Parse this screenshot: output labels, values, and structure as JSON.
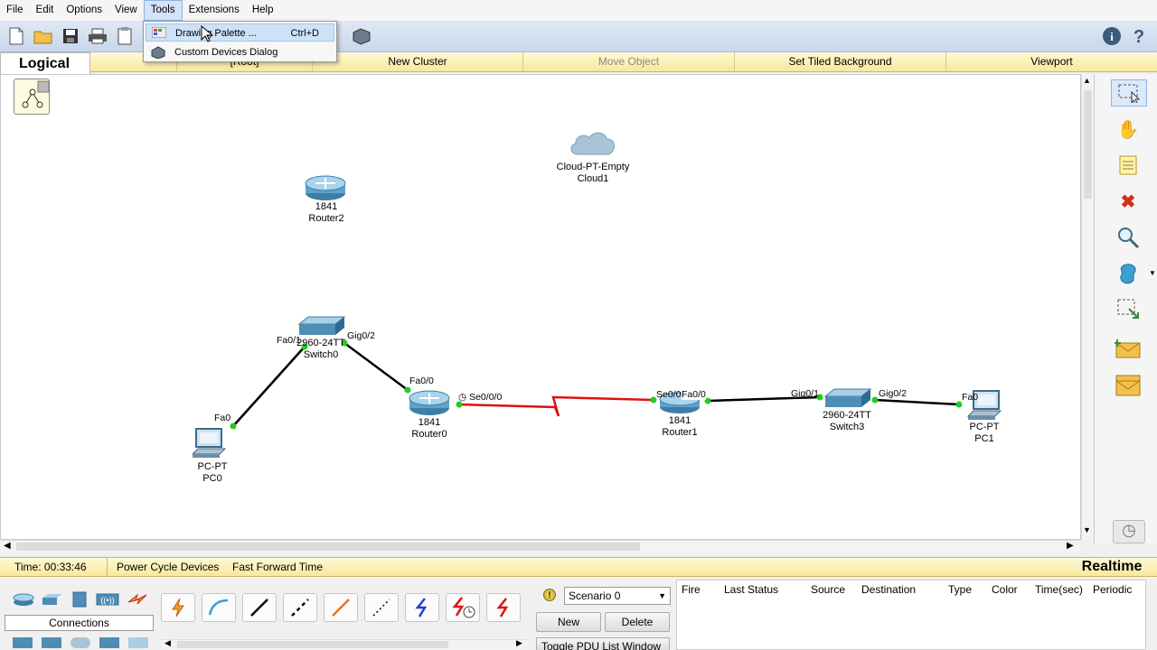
{
  "menubar": {
    "items": [
      "File",
      "Edit",
      "Options",
      "View",
      "Tools",
      "Extensions",
      "Help"
    ]
  },
  "tools_menu": {
    "items": [
      {
        "label": "Drawing Palette ...",
        "shortcut": "Ctrl+D"
      },
      {
        "label": "Custom Devices Dialog",
        "shortcut": ""
      }
    ]
  },
  "workspace_bar": {
    "logical_label": "Logical",
    "root_label": "[Root]",
    "items": [
      "New Cluster",
      "Move Object",
      "Set Tiled Background",
      "Viewport"
    ]
  },
  "devices": [
    {
      "model": "1841",
      "name": "Router2"
    },
    {
      "model": "Cloud-PT-Empty",
      "name": "Cloud1"
    },
    {
      "model": "2960-24TT",
      "name": "Switch0"
    },
    {
      "model": "1841",
      "name": "Router0"
    },
    {
      "model": "1841",
      "name": "Router1"
    },
    {
      "model": "2960-24TT",
      "name": "Switch3"
    },
    {
      "model": "PC-PT",
      "name": "PC0"
    },
    {
      "model": "PC-PT",
      "name": "PC1"
    }
  ],
  "ports": {
    "pc0_fa0": "Fa0",
    "sw0_fa01": "Fa0/1",
    "sw0_gig02": "Gig0/2",
    "r0_fa00": "Fa0/0",
    "r0_se000": "Se0/0/0",
    "r1_se00": "Se0/0",
    "r1_fa00": "Fa0/0",
    "sw3_gig01": "Gig0/1",
    "sw3_gig02": "Gig0/2",
    "pc1_fa0": "Fa0"
  },
  "status": {
    "time": "Time: 00:33:46",
    "power_cycle": "Power Cycle Devices",
    "fast_forward": "Fast Forward Time",
    "mode": "Realtime"
  },
  "bottom": {
    "connections_label": "Connections",
    "scenario": "Scenario 0",
    "new_label": "New",
    "delete_label": "Delete",
    "toggle_label": "Toggle PDU List Window",
    "pdu_columns": [
      "Fire",
      "Last Status",
      "Source",
      "Destination",
      "Type",
      "Color",
      "Time(sec)",
      "Periodic"
    ]
  },
  "colors": {
    "serial_link": "#e01010",
    "ethernet_link": "#000000",
    "port_up": "#22cc22"
  }
}
